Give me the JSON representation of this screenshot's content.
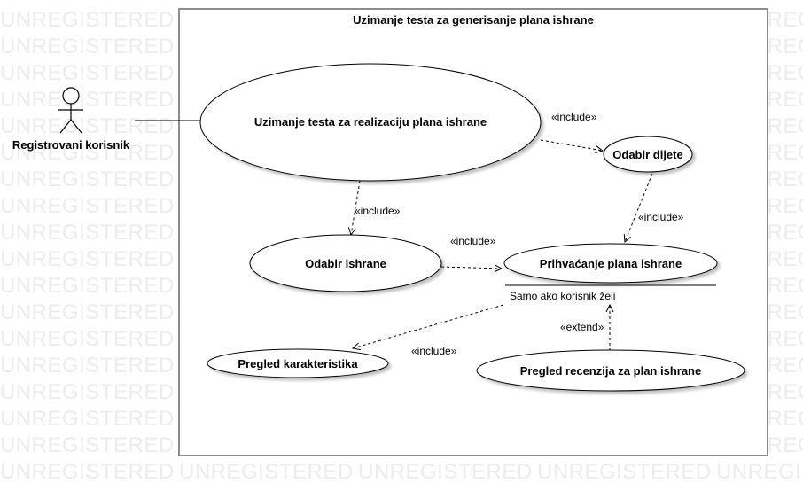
{
  "watermark": "UNREGISTERED",
  "system": {
    "title": "Uzimanje testa za generisanje plana ishrane"
  },
  "actor": {
    "name": "Registrovani korisnik"
  },
  "use_cases": {
    "main": "Uzimanje testa za realizaciju plana ishrane",
    "diet": "Odabir dijete",
    "nutrition": "Odabir ishrane",
    "accept": "Prihvaćanje plana ishrane",
    "characteristics": "Pregled karakteristika",
    "reviews": "Pregled recenzija za plan ishrane"
  },
  "relations": {
    "main_to_diet": "«include»",
    "main_to_nutrition": "«include»",
    "diet_to_accept": "«include»",
    "nutrition_to_accept": "«include»",
    "accept_to_characteristics": "«include»",
    "reviews_to_accept": "«extend»"
  },
  "extension_condition": "Samo ako korisnik želi"
}
